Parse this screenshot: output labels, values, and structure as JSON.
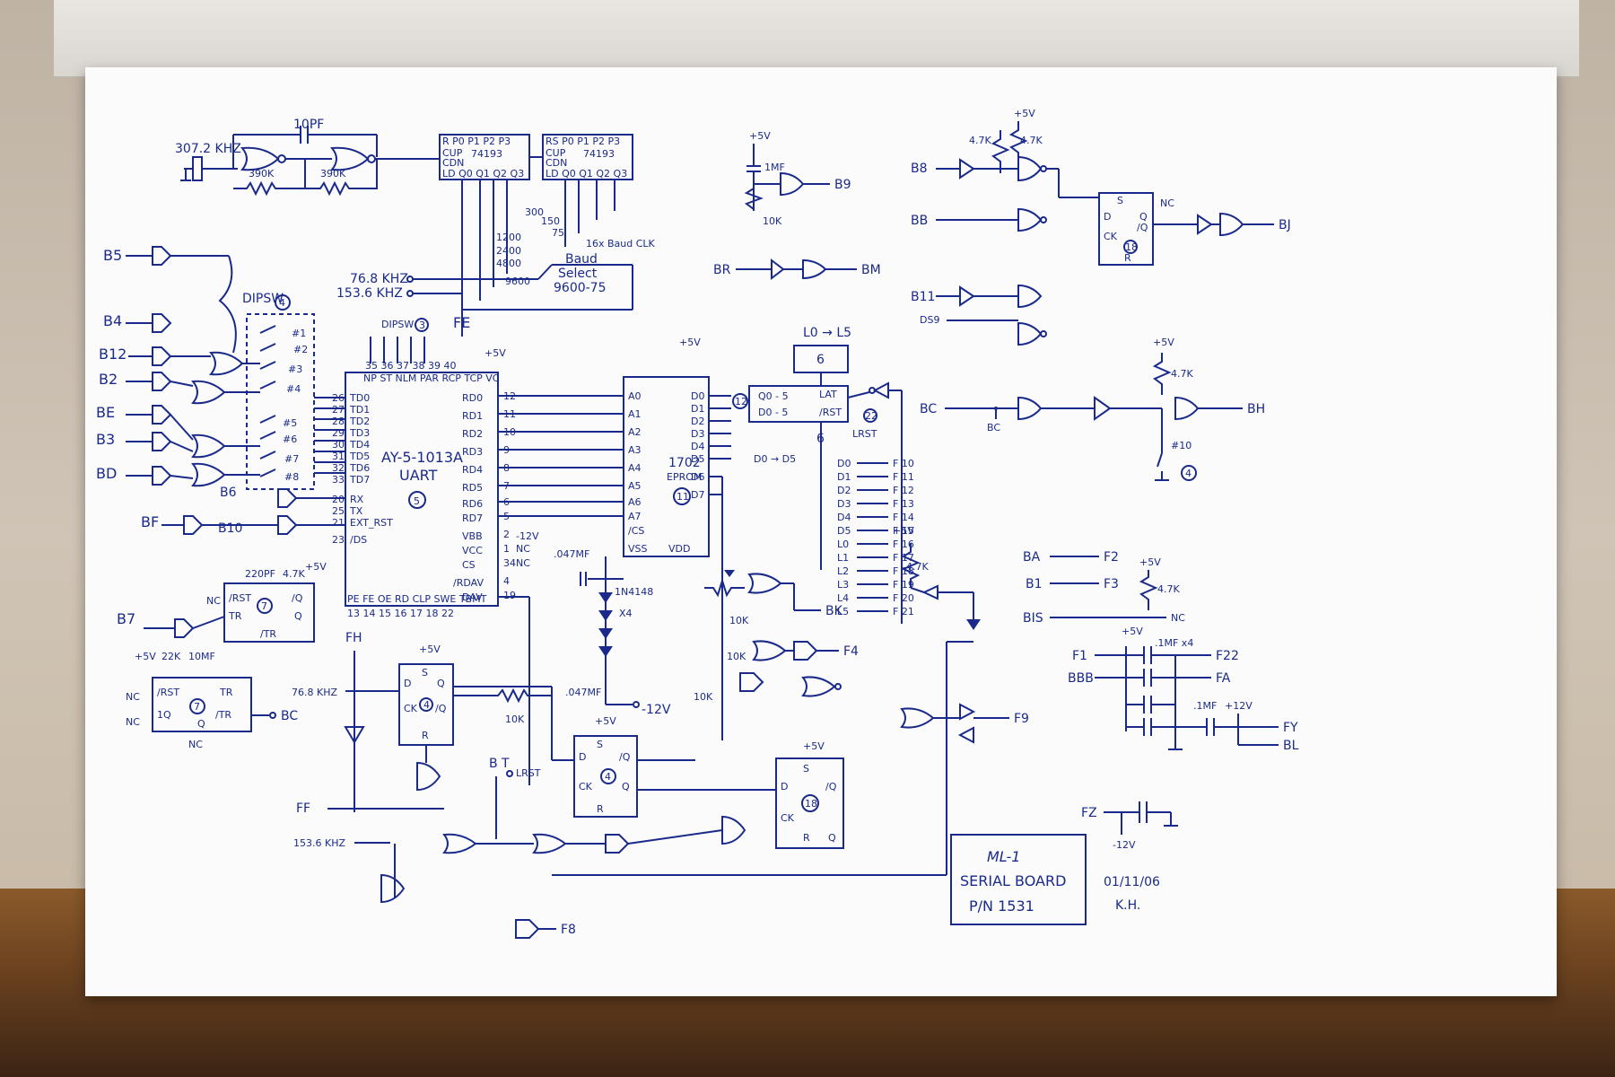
{
  "title_block": {
    "name": "ML-1",
    "desc": "SERIAL BOARD",
    "part": "P/N 1531",
    "date": "01/11/06",
    "author": "K.H."
  },
  "oscillator": {
    "freq": "307.2 KHZ",
    "cap": "10PF",
    "r1": "390K",
    "r2": "390K"
  },
  "counters": {
    "u1": "74193",
    "u2": "74193",
    "pins_top": "R  P0 P1 P2 P3",
    "pins_bottom": "LD Q0 Q1 Q2 Q3",
    "cup": "CUP",
    "cdn": "CDN",
    "u2_pins_top": "RS P0 P1 P2 P3"
  },
  "baud": {
    "f1": "76.8 KHZ",
    "f2": "153.6 KHZ",
    "label1": "Baud",
    "label2": "Select",
    "label3": "9600-75",
    "clk": "16x Baud CLK",
    "rates": [
      "300",
      "150",
      "75",
      "1200",
      "2400",
      "4800",
      "9600"
    ],
    "fe": "FE"
  },
  "uart": {
    "name": "AY-5-1013A",
    "sub": "UART",
    "num": "5",
    "left_pins": [
      "TD0",
      "TD1",
      "TD2",
      "TD3",
      "TD4",
      "TD5",
      "TD6",
      "TD7",
      "RX",
      "TX",
      "EXT_RST",
      "/DS"
    ],
    "left_nums": [
      "26",
      "27",
      "28",
      "29",
      "30",
      "31",
      "32",
      "33",
      "20",
      "25",
      "21",
      "23"
    ],
    "right_pins": [
      "RD0",
      "RD1",
      "RD2",
      "RD3",
      "RD4",
      "RD5",
      "RD6",
      "RD7",
      "VBB",
      "VCC",
      "CS",
      "/RDAV",
      "DAV"
    ],
    "right_nums": [
      "12",
      "11",
      "10",
      "9",
      "8",
      "7",
      "6",
      "5",
      "2",
      "1",
      "34",
      "4",
      "19"
    ],
    "top": "NP  ST  NLM  PAR  RCP  TCP  VC",
    "top_nums": "35  36  37  38  39  40",
    "bottom": "PE  FE  OE  RD  CLP  SWE  TBMT",
    "bottom_nums": "13  14  15  16  17  18  22",
    "pwr": "+5V",
    "neg": "-12V",
    "nc": "NC"
  },
  "dipsw": {
    "label": "DIPSW",
    "num1": "4",
    "num2": "3",
    "switches": [
      "#1",
      "#2",
      "#3",
      "#4",
      "#5",
      "#6",
      "#7",
      "#8"
    ]
  },
  "left_signals": [
    "B5",
    "B4",
    "B12",
    "B2",
    "BE",
    "B3",
    "BD",
    "BF",
    "B7",
    "B6",
    "B10"
  ],
  "eprom": {
    "name": "1702",
    "sub": "EPROM",
    "num": "11",
    "addr": [
      "A0",
      "A1",
      "A2",
      "A3",
      "A4",
      "A5",
      "A6",
      "A7",
      "/CS"
    ],
    "data": [
      "D0",
      "D1",
      "D2",
      "D3",
      "D4",
      "D5",
      "D6",
      "D7"
    ],
    "vss": "VSS",
    "vdd": "VDD",
    "pwr": "+5V",
    "cap": ".047MF",
    "diode": "1N4148",
    "x4": "X4",
    "neg": "-12V"
  },
  "latch": {
    "header": "L0 → L5",
    "n1": "6",
    "n2": "6",
    "q": "Q0 - 5",
    "d": "D0 - 5",
    "lat": "LAT",
    "rst": "/RST",
    "num": "12",
    "num2": "22",
    "lrst": "LRST",
    "dbus": "D0 → D5"
  },
  "outputs": {
    "right_col": [
      "D0",
      "D1",
      "D2",
      "D3",
      "D4",
      "D5",
      "L0",
      "L1",
      "L2",
      "L3",
      "L4",
      "L5"
    ],
    "f_labels": [
      "F 10",
      "F 11",
      "F 12",
      "F 13",
      "F 14",
      "F 15",
      "F 16",
      "F 17",
      "F 18",
      "F 19",
      "F 20",
      "F 21"
    ]
  },
  "mid": {
    "bk": "BK",
    "r1": "10K",
    "r2": "10K",
    "r3": "10K",
    "f4": "F4",
    "f9": "F9",
    "fb": "F8",
    "fh": "FH",
    "ff": "FF",
    "bc": "BC",
    "r47": "4.7K",
    "pwr": "+5V",
    "clk1": "76.8 KHZ",
    "clk2": "153.6 KHZ",
    "r10k": "10K",
    "bt": "B T",
    "lrst": "LRST"
  },
  "flipflops": {
    "pins": [
      "D",
      "CK",
      "S",
      "R",
      "Q",
      "/Q"
    ],
    "nums": [
      "4",
      "18"
    ],
    "pwr": "+5V"
  },
  "bottom_left": {
    "r": "22K",
    "c": "10MF",
    "pins": [
      "/RST",
      "TR",
      "/TR",
      "/Q",
      "Q",
      "1Q"
    ],
    "nc": "NC",
    "cap": "220PF",
    "r2": "4.7K",
    "pwr": "+5V",
    "num": "7"
  },
  "top_mid": {
    "pwr": "+5V",
    "cap": "1MF",
    "res": "10K",
    "b9": "B9",
    "br": "BR",
    "bm": "BM"
  },
  "top_right": {
    "pwr": "+5V",
    "r1": "4.7K",
    "r2": "4.7K",
    "b8": "B8",
    "bb": "BB",
    "b11": "B11",
    "ds9": "DS9",
    "bc": "BC",
    "bj": "BJ",
    "bh": "BH",
    "sw": "#10",
    "swnum": "4",
    "nc": "NC",
    "ff_pins": [
      "S",
      "D",
      "Q",
      "CK",
      "/Q",
      "R"
    ],
    "ffnum": "18",
    "r3": "4.7K"
  },
  "bottom_right": {
    "links": [
      {
        "a": "BA",
        "b": "F2"
      },
      {
        "a": "B1",
        "b": "F3"
      }
    ],
    "bis": "BIS",
    "nc": "NC",
    "pwr": "+5V",
    "r": "4.7K",
    "f1": "F1",
    "bbb": "BBB",
    "f22": "F22",
    "fa": "FA",
    "fy": "FY",
    "bl": "BL",
    "caps": ".1MF x4",
    "cap2": ".1MF",
    "p12": "+12V",
    "fz": "FZ",
    "neg": "-12V"
  }
}
